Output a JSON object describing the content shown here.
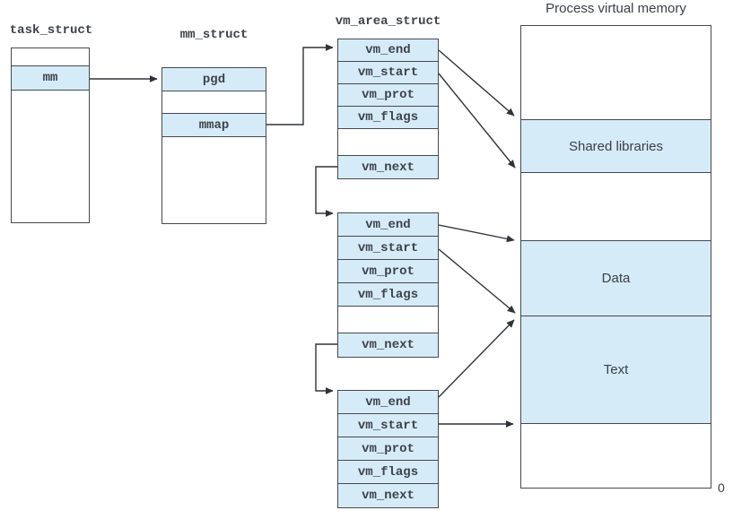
{
  "colors": {
    "highlight_fill": "#d6ebf8",
    "border": "#45494f",
    "arrow": "#2f3338",
    "text": "#3c424a"
  },
  "task_struct": {
    "title": "task_struct",
    "fields": {
      "mm": "mm"
    }
  },
  "mm_struct": {
    "title": "mm_struct",
    "fields": {
      "pgd": "pgd",
      "mmap": "mmap"
    }
  },
  "vm_area_struct": {
    "title": "vm_area_struct",
    "blocks": [
      {
        "fields": {
          "vm_end": "vm_end",
          "vm_start": "vm_start",
          "vm_prot": "vm_prot",
          "vm_flags": "vm_flags",
          "vm_next": "vm_next"
        }
      },
      {
        "fields": {
          "vm_end": "vm_end",
          "vm_start": "vm_start",
          "vm_prot": "vm_prot",
          "vm_flags": "vm_flags",
          "vm_next": "vm_next"
        }
      },
      {
        "fields": {
          "vm_end": "vm_end",
          "vm_start": "vm_start",
          "vm_prot": "vm_prot",
          "vm_flags": "vm_flags",
          "vm_next": "vm_next"
        }
      }
    ]
  },
  "process_memory": {
    "title": "Process virtual memory",
    "regions": {
      "shared_libraries": "Shared libraries",
      "data": "Data",
      "text": "Text"
    },
    "origin_label": "0"
  }
}
